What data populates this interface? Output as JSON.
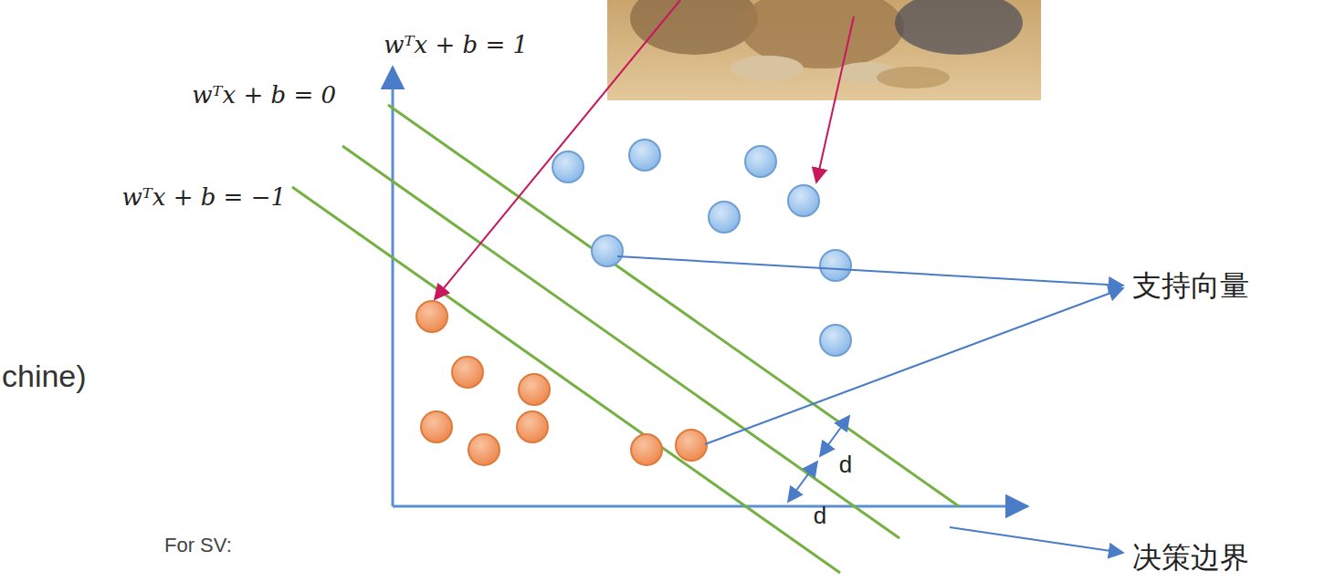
{
  "diagram": {
    "labels": [
      "wᵀx + b = 1",
      "wᵀx + b = 0",
      "wᵀx + b = −1",
      "chine)",
      "支持向量",
      "d",
      "d",
      "决策边界",
      "For SV:"
    ]
  }
}
